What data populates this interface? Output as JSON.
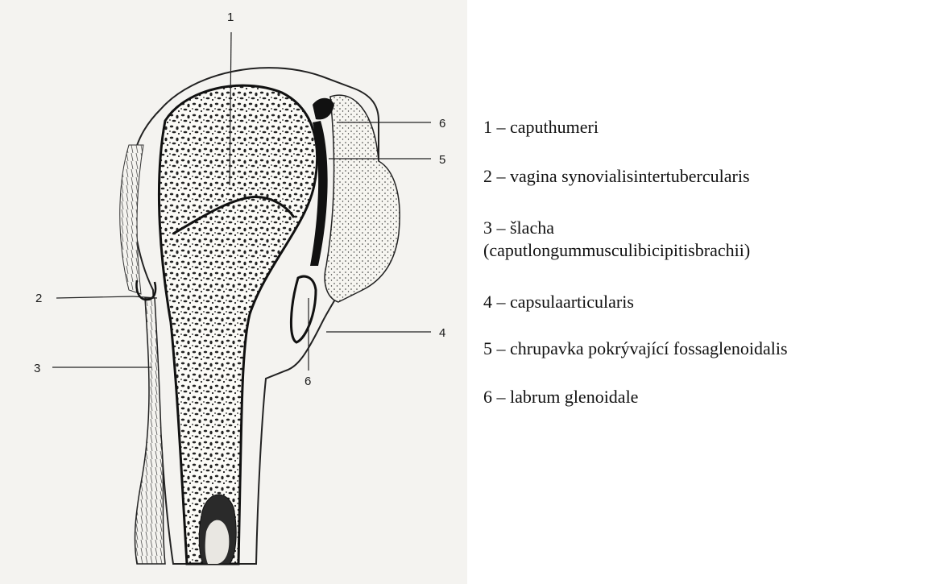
{
  "figure": {
    "callout_numbers": [
      "1",
      "2",
      "3",
      "4",
      "5",
      "6",
      "6"
    ]
  },
  "legend": {
    "items": [
      "1 – caputhumeri",
      "2 – vagina synovialisintertubercularis",
      "3 – šlacha",
      "(caputlongummusculibicipitisbrachii)",
      "4 – capsulaarticularis",
      "5 – chrupavka pokrývající fossaglenoidalis",
      "6 – labrum glenoidale"
    ]
  }
}
